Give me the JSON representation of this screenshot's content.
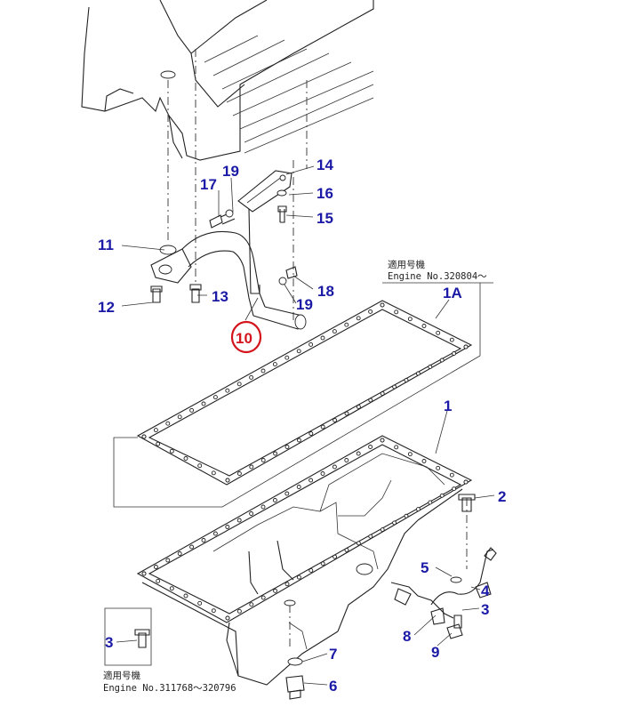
{
  "callouts": {
    "p1": "1",
    "p1a": "1A",
    "p2": "2",
    "p3a": "3",
    "p3b": "3",
    "p4": "4",
    "p5": "5",
    "p6": "6",
    "p7": "7",
    "p8": "8",
    "p9": "9",
    "p10": "10",
    "p11": "11",
    "p12": "12",
    "p13": "13",
    "p14": "14",
    "p15": "15",
    "p16": "16",
    "p17": "17",
    "p18": "18",
    "p19a": "19",
    "p19b": "19"
  },
  "notes": {
    "gasket_applicable": "適用号機",
    "gasket_engine_no": "Engine No.320804～",
    "bolt_applicable": "適用号機",
    "bolt_engine_no": "Engine No.311768～320796"
  },
  "highlight_color": "#d4141c",
  "label_color": "#1a1aa6"
}
